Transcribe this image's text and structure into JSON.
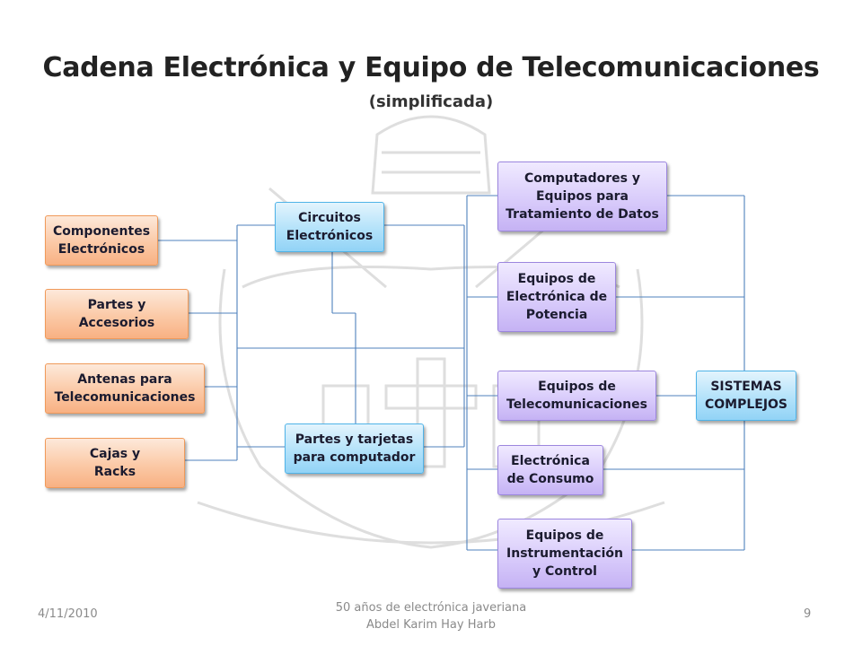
{
  "title": "Cadena Electrónica y Equipo de Telecomunicaciones",
  "subtitle": "(simplificada)",
  "inputs": [
    {
      "label": "Componentes\nElectrónicos"
    },
    {
      "label": "Partes y\nAccesorios"
    },
    {
      "label": "Antenas para\nTelecomunicaciones"
    },
    {
      "label": "Cajas y\nRacks"
    }
  ],
  "middle": [
    {
      "label": "Circuitos\nElectrónicos"
    },
    {
      "label": "Partes y tarjetas\npara computador"
    }
  ],
  "outputs": [
    {
      "label": "Computadores y\nEquipos para\nTratamiento de Datos"
    },
    {
      "label": "Equipos de\nElectrónica de\nPotencia"
    },
    {
      "label": "Equipos de\nTelecomunicaciones"
    },
    {
      "label": "Electrónica\nde Consumo"
    },
    {
      "label": "Equipos de\nInstrumentación\ny Control"
    }
  ],
  "final": {
    "label": "SISTEMAS\nCOMPLEJOS"
  },
  "footer": {
    "date": "4/11/2010",
    "center": "50 años de electrónica javeriana\nAbdel Karim Hay Harb",
    "page": "9"
  },
  "colors": {
    "connector": "#4f81bd",
    "inputs": "#f79646",
    "middle": "#4bacc6",
    "outputs": "#8064a2"
  }
}
